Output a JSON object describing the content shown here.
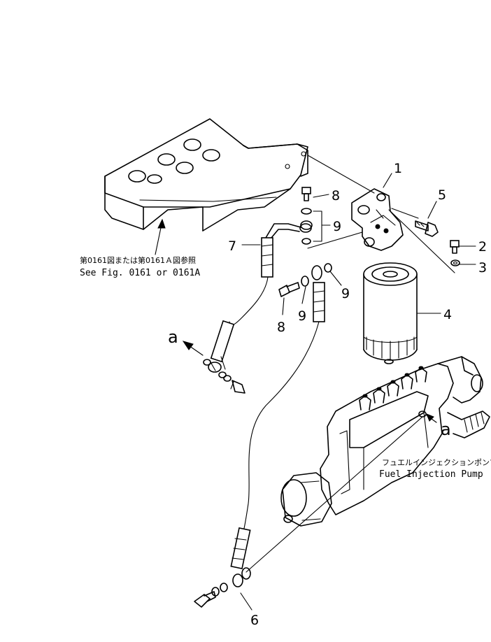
{
  "callouts": {
    "n1": "1",
    "n2": "2",
    "n3": "3",
    "n4": "4",
    "n5": "5",
    "n6": "6",
    "n7": "7",
    "n8a": "8",
    "n8b": "8",
    "n9a": "9",
    "n9b": "9",
    "n9c": "9"
  },
  "refs": {
    "a_left": "a",
    "a_right": "a"
  },
  "notes": {
    "see_fig_jp": "第0161図または第0161Ａ図参照",
    "see_fig_en": "See  Fig. 0161  or  0161A",
    "pump_jp": "フュエルインジェクションポンプ",
    "pump_en": "Fuel  Injection  Pump"
  }
}
